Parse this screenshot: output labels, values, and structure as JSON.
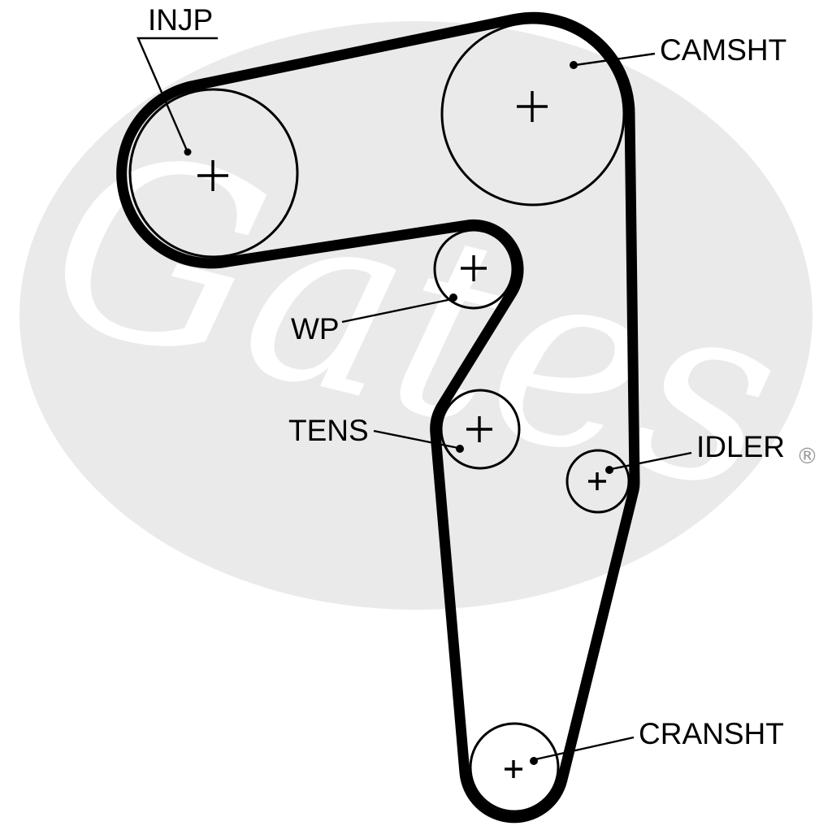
{
  "diagram": {
    "type": "timing-belt-routing-diagram",
    "watermark": {
      "brand": "Gates",
      "registered": "®"
    },
    "colors": {
      "belt": "#000000",
      "pulley_outline": "#000000",
      "label_text": "#000000",
      "watermark_fill": "#eaeaea",
      "watermark_text": "#ffffff",
      "registered_mark": "#9b9b9b"
    },
    "pulleys": [
      {
        "id": "injp",
        "label": "INJP"
      },
      {
        "id": "camsht",
        "label": "CAMSHT"
      },
      {
        "id": "wp",
        "label": "WP"
      },
      {
        "id": "tens",
        "label": "TENS"
      },
      {
        "id": "idler",
        "label": "IDLER"
      },
      {
        "id": "cransht",
        "label": "CRANSHT"
      }
    ]
  }
}
